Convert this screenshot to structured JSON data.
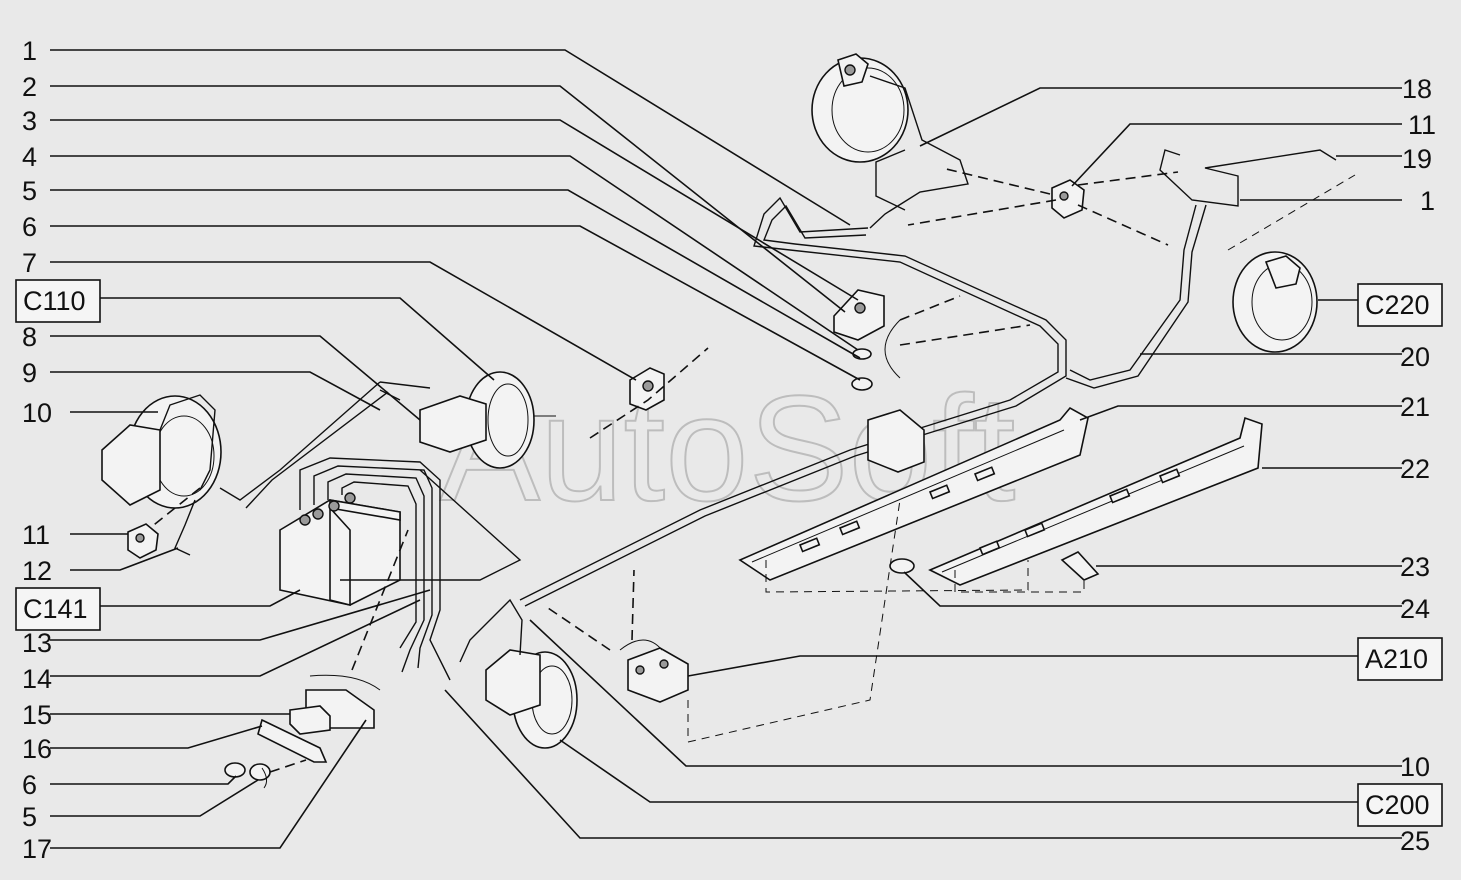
{
  "watermark": "AutoSoft",
  "left_labels": [
    {
      "id": "l1",
      "text": "1",
      "boxed": false
    },
    {
      "id": "l2",
      "text": "2",
      "boxed": false
    },
    {
      "id": "l3",
      "text": "3",
      "boxed": false
    },
    {
      "id": "l4",
      "text": "4",
      "boxed": false
    },
    {
      "id": "l5",
      "text": "5",
      "boxed": false
    },
    {
      "id": "l6",
      "text": "6",
      "boxed": false
    },
    {
      "id": "l7",
      "text": "7",
      "boxed": false
    },
    {
      "id": "lC110",
      "text": "C110",
      "boxed": true
    },
    {
      "id": "l8",
      "text": "8",
      "boxed": false
    },
    {
      "id": "l9",
      "text": "9",
      "boxed": false
    },
    {
      "id": "l10",
      "text": "10",
      "boxed": false
    },
    {
      "id": "l11",
      "text": "11",
      "boxed": false
    },
    {
      "id": "l12",
      "text": "12",
      "boxed": false
    },
    {
      "id": "lC141",
      "text": "C141",
      "boxed": true
    },
    {
      "id": "l13",
      "text": "13",
      "boxed": false
    },
    {
      "id": "l14",
      "text": "14",
      "boxed": false
    },
    {
      "id": "l15",
      "text": "15",
      "boxed": false
    },
    {
      "id": "l16",
      "text": "16",
      "boxed": false
    },
    {
      "id": "l6b",
      "text": "6",
      "boxed": false
    },
    {
      "id": "l5b",
      "text": "5",
      "boxed": false
    },
    {
      "id": "l17",
      "text": "17",
      "boxed": false
    }
  ],
  "right_labels": [
    {
      "id": "r18",
      "text": "18",
      "boxed": false
    },
    {
      "id": "r11",
      "text": "11",
      "boxed": false
    },
    {
      "id": "r19",
      "text": "19",
      "boxed": false
    },
    {
      "id": "r1",
      "text": "1",
      "boxed": false
    },
    {
      "id": "rC220",
      "text": "C220",
      "boxed": true
    },
    {
      "id": "r20",
      "text": "20",
      "boxed": false
    },
    {
      "id": "r21",
      "text": "21",
      "boxed": false
    },
    {
      "id": "r22",
      "text": "22",
      "boxed": false
    },
    {
      "id": "r23",
      "text": "23",
      "boxed": false
    },
    {
      "id": "r24",
      "text": "24",
      "boxed": false
    },
    {
      "id": "rA210",
      "text": "A210",
      "boxed": true
    },
    {
      "id": "r10",
      "text": "10",
      "boxed": false
    },
    {
      "id": "rC200",
      "text": "C200",
      "boxed": true
    },
    {
      "id": "r25",
      "text": "25",
      "boxed": false
    }
  ]
}
